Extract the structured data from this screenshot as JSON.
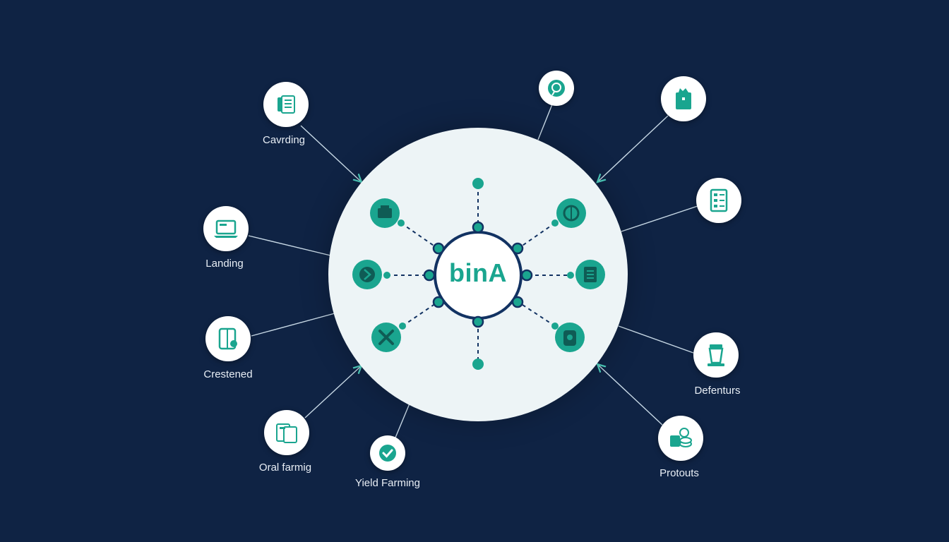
{
  "hub": {
    "brand": "binA"
  },
  "nodes": [
    {
      "id": "carding",
      "label": "Cavrding",
      "icon": "document-stack-icon"
    },
    {
      "id": "landing",
      "label": "Landing",
      "icon": "laptop-icon"
    },
    {
      "id": "crestened",
      "label": "Crestened",
      "icon": "device-card-icon"
    },
    {
      "id": "oral-farming",
      "label": "Oral farmig",
      "icon": "folder-file-icon"
    },
    {
      "id": "yield-farming",
      "label": "Yield Farming",
      "icon": "check-circle-icon"
    },
    {
      "id": "top-small",
      "label": "",
      "icon": "coin-leaf-icon"
    },
    {
      "id": "top-right",
      "label": "",
      "icon": "shopping-bag-icon"
    },
    {
      "id": "right-doc",
      "label": "",
      "icon": "checklist-document-icon"
    },
    {
      "id": "defenturs",
      "label": "Defenturs",
      "icon": "cup-icon"
    },
    {
      "id": "protouts",
      "label": "Protouts",
      "icon": "coin-stack-icon"
    }
  ],
  "inner_icons": [
    "wallet-icon",
    "dollar-coin-icon",
    "swap-coin-icon",
    "ledger-icon",
    "cross-tools-icon",
    "token-badge-icon"
  ],
  "colors": {
    "background": "#0f2344",
    "hub": "#edf4f6",
    "accent": "#1aa58f",
    "ring": "#123262",
    "connector": "#9fc7d9"
  }
}
